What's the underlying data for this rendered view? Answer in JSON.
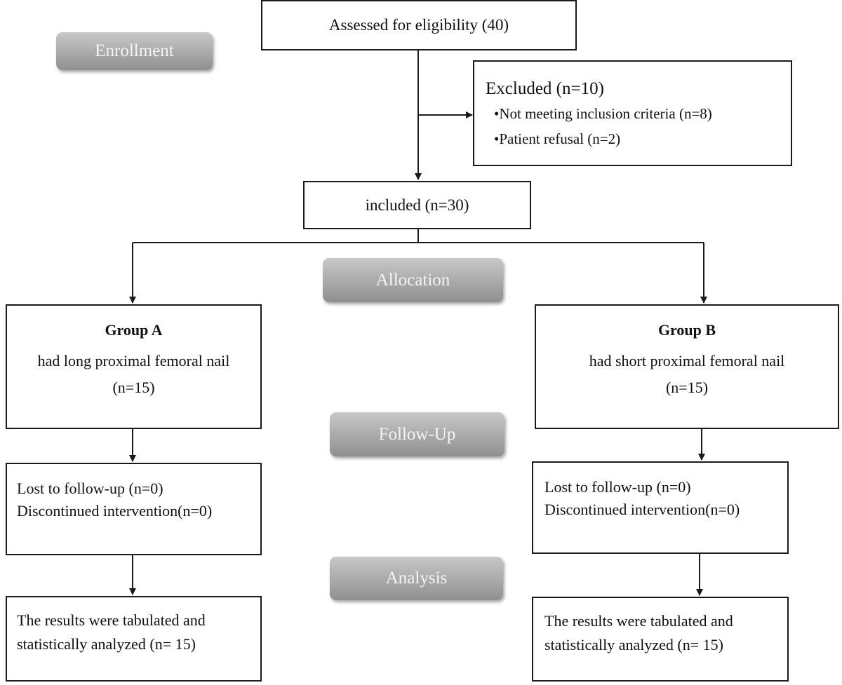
{
  "stages": {
    "enrollment": "Enrollment",
    "allocation": "Allocation",
    "followup": "Follow-Up",
    "analysis": "Analysis"
  },
  "assessed": "Assessed for eligibility (40)",
  "excluded": {
    "title": "Excluded (n=10)",
    "reasons": [
      "•Not meeting inclusion criteria (n=8)",
      "•Patient refusal (n=2)"
    ]
  },
  "included": "included (n=30)",
  "group_a": {
    "title": "Group A",
    "desc": "had long proximal femoral nail",
    "n": "(n=15)",
    "followup_lines": [
      "Lost to follow-up (n=0)",
      "Discontinued intervention(n=0)"
    ],
    "analysis_lines": [
      "The results were tabulated and",
      "statistically analyzed (n= 15)"
    ]
  },
  "group_b": {
    "title": "Group B",
    "desc": "had short proximal femoral nail",
    "n": "(n=15)",
    "followup_lines": [
      "Lost to follow-up (n=0)",
      "Discontinued intervention(n=0)"
    ],
    "analysis_lines": [
      "The results were tabulated and",
      "statistically analyzed (n= 15)"
    ]
  }
}
